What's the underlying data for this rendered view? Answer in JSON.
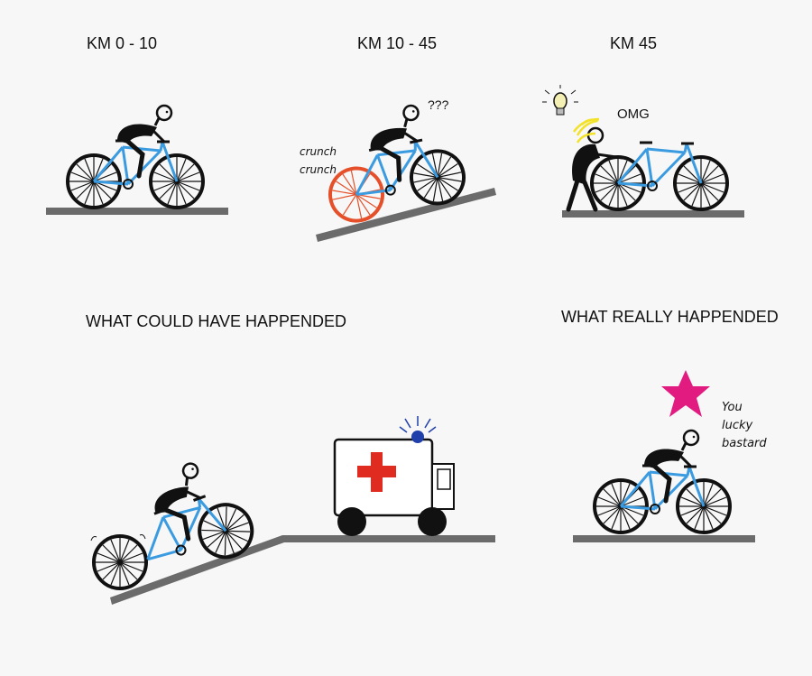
{
  "panels": {
    "km_0_10": {
      "title": "KM 0 - 10"
    },
    "km_10_45": {
      "title": "KM 10 - 45",
      "thought": "???",
      "sound_1": "crunch",
      "sound_2": "crunch"
    },
    "km_45": {
      "title": "KM 45",
      "exclaim": "OMG"
    },
    "could_have": {
      "title": "WHAT COULD HAVE HAPPENDED"
    },
    "really": {
      "title": "WHAT REALLY HAPPENDED",
      "caption_1": "You",
      "caption_2": "lucky",
      "caption_3": "bastard"
    }
  },
  "colors": {
    "frame": "#3b9be0",
    "road": "#6b6b6b",
    "broken_wheel": "#e5502a",
    "hair": "#f2e22a",
    "star": "#e21b80",
    "cross": "#e02b20",
    "siren": "#1f3faa",
    "bulb": "#f4f0b4"
  },
  "icons": [
    "bicycle-icon",
    "rider-icon",
    "light-bulb-icon",
    "ambulance-icon",
    "star-icon",
    "siren-icon"
  ]
}
